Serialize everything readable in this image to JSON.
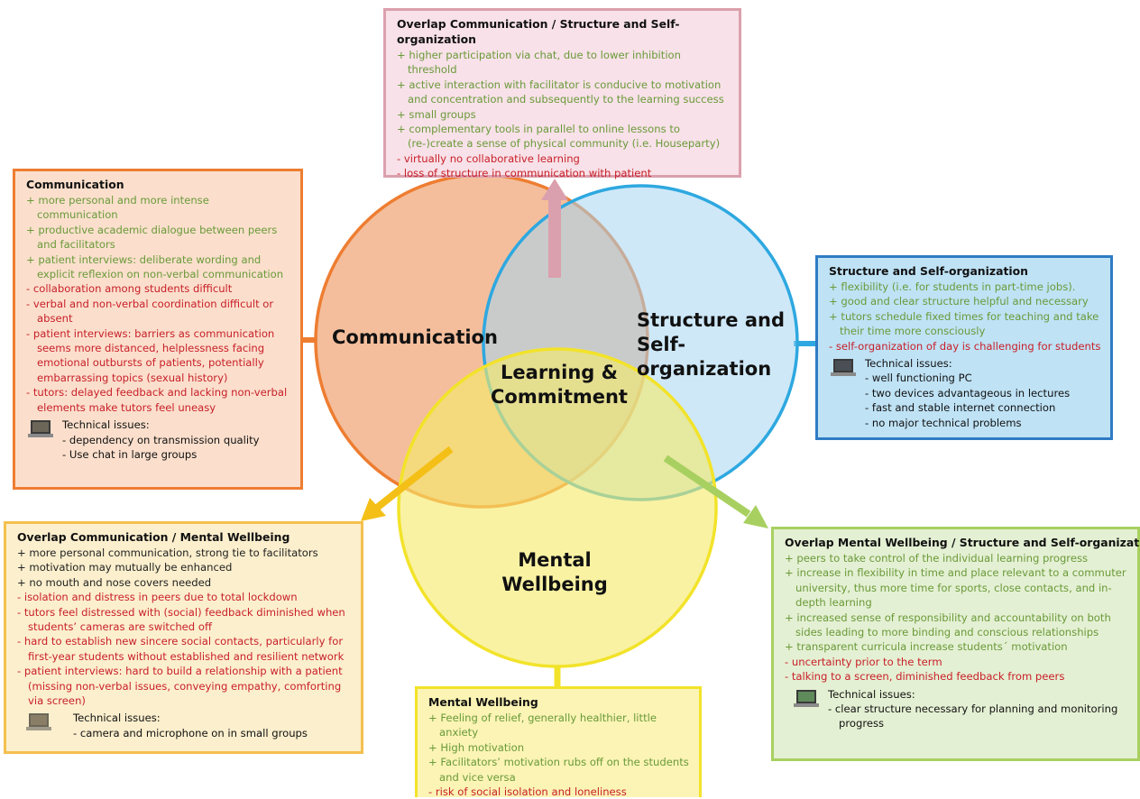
{
  "circles": {
    "communication": "Communication",
    "structure_line1": "Structure and",
    "structure_line2": "Self-organization",
    "mental_line1": "Mental",
    "mental_line2": "Wellbeing",
    "center_line1": "Learning &",
    "center_line2": "Commitment"
  },
  "colors": {
    "communication": "#ee7d31",
    "structure": "#2ea8e0",
    "mental": "#f2e32a",
    "overlap_cs": "#d9a0b0",
    "overlap_cm": "#f4c017",
    "overlap_ms": "#a8d060",
    "positive_text": "#6a9a3a",
    "negative_text": "#c8202a"
  },
  "boxes": {
    "overlap_cs": {
      "title": "Overlap Communication / Structure and Self-organization",
      "items": [
        {
          "text": "+ higher participation via chat, due to lower inhibition threshold",
          "kind": "pos"
        },
        {
          "text": "+ active interaction with facilitator is conducive to motivation and concentration and subsequently to the learning success",
          "kind": "pos"
        },
        {
          "text": "+ small groups",
          "kind": "pos"
        },
        {
          "text": "+ complementary tools in parallel to online lessons to (re-)create a sense of physical community (i.e. Houseparty)",
          "kind": "pos"
        },
        {
          "text": "- virtually no collaborative learning",
          "kind": "neg"
        },
        {
          "text": "- loss of structure in communication with patient",
          "kind": "neg"
        }
      ]
    },
    "communication": {
      "title": "Communication",
      "items": [
        {
          "text": "+ more personal and more intense communication",
          "kind": "pos"
        },
        {
          "text": "+ productive academic dialogue between peers and facilitators",
          "kind": "pos"
        },
        {
          "text": "+ patient interviews: deliberate wording and explicit reflexion on non-verbal communication",
          "kind": "pos"
        },
        {
          "text": "- collaboration among students difficult",
          "kind": "neg"
        },
        {
          "text": "- verbal and non-verbal coordination difficult or absent",
          "kind": "neg"
        },
        {
          "text": "- patient interviews: barriers as communication seems more distanced, helplessness facing emotional outbursts of patients, potentially embarrassing topics (sexual history)",
          "kind": "neg"
        },
        {
          "text": "- tutors: delayed feedback and lacking non-verbal elements make tutors feel uneasy",
          "kind": "neg"
        }
      ],
      "tech_title": "Technical issues:",
      "tech_items": [
        "- dependency on transmission quality",
        "- Use chat in large groups"
      ]
    },
    "structure": {
      "title": "Structure and Self-organization",
      "items": [
        {
          "text": "+ flexibility (i.e. for students in part-time jobs).",
          "kind": "pos"
        },
        {
          "text": "+ good and clear structure helpful and necessary",
          "kind": "pos"
        },
        {
          "text": "+ tutors schedule fixed times for teaching and take their time more consciously",
          "kind": "pos"
        },
        {
          "text": "- self-organization of day is challenging for students",
          "kind": "neg"
        }
      ],
      "tech_title": "Technical issues:",
      "tech_items": [
        "- well functioning PC",
        "- two devices advantageous in lectures",
        "- fast and stable internet connection",
        "- no major technical problems"
      ]
    },
    "overlap_cm": {
      "title": "Overlap Communication / Mental Wellbeing",
      "items": [
        {
          "text": "+ more personal communication, strong tie to facilitators",
          "kind": "plain"
        },
        {
          "text": "+ motivation may mutually be enhanced",
          "kind": "plain"
        },
        {
          "text": "+ no mouth and nose covers needed",
          "kind": "plain"
        },
        {
          "text": "- isolation and distress in peers due to total lockdown",
          "kind": "neg"
        },
        {
          "text": "- tutors feel distressed with (social) feedback diminished when students’ cameras are switched off",
          "kind": "neg"
        },
        {
          "text": "- hard to establish new sincere social contacts, particularly for first-year students without established and resilient network",
          "kind": "neg"
        },
        {
          "text": "- patient interviews: hard to build a relationship with a patient (missing non-verbal issues, conveying empathy, comforting via screen)",
          "kind": "neg"
        }
      ],
      "tech_title": "Technical issues:",
      "tech_items": [
        "- camera and microphone on in small groups"
      ]
    },
    "mental": {
      "title": "Mental Wellbeing",
      "items": [
        {
          "text": "+ Feeling of relief, generally healthier, little anxiety",
          "kind": "pos"
        },
        {
          "text": "+ High motivation",
          "kind": "pos"
        },
        {
          "text": "+ Facilitators’ motivation rubs off on the students and vice versa",
          "kind": "pos"
        },
        {
          "text": "- risk of social isolation and loneliness",
          "kind": "neg"
        }
      ]
    },
    "overlap_ms": {
      "title": "Overlap Mental Wellbeing / Structure and Self-organization",
      "items": [
        {
          "text": "+ peers to take control of the individual learning progress",
          "kind": "pos"
        },
        {
          "text": "+ increase in flexibility in time and place relevant to a commuter university, thus more time for sports, close contacts, and in-depth learning",
          "kind": "pos"
        },
        {
          "text": "+ increased sense of responsibility and accountability on both sides leading to more binding and conscious relationships",
          "kind": "pos"
        },
        {
          "text": "+ transparent curricula increase students´ motivation",
          "kind": "pos"
        },
        {
          "text": "- uncertainty prior to the term",
          "kind": "neg"
        },
        {
          "text": "- talking to a screen, diminished feedback from peers",
          "kind": "neg"
        }
      ],
      "tech_title": "Technical issues:",
      "tech_items": [
        "- clear structure necessary for planning and monitoring progress"
      ]
    }
  }
}
